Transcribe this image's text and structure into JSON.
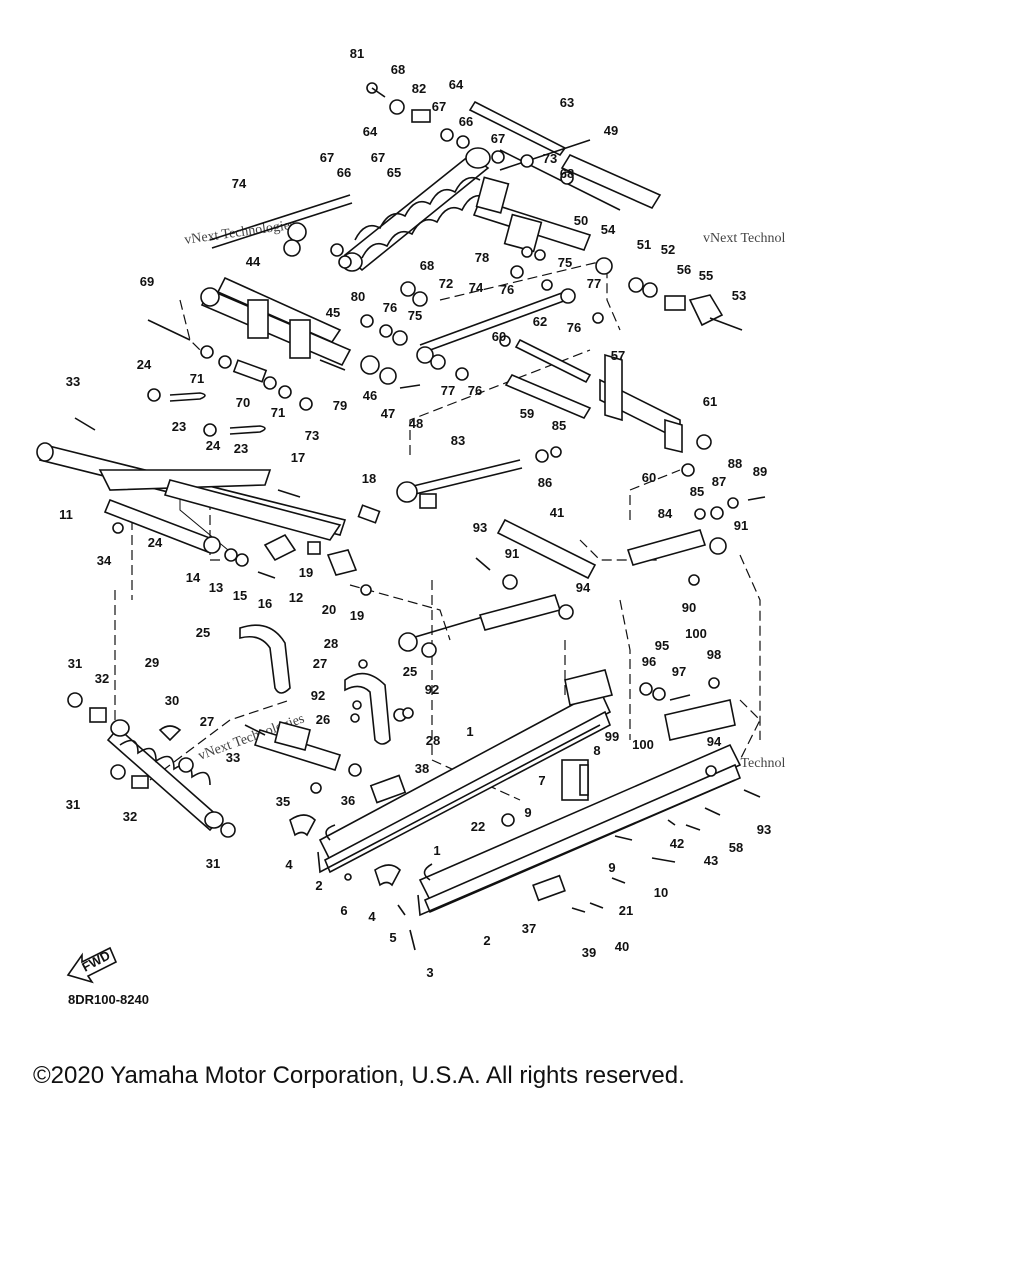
{
  "diagram": {
    "code": "8DR100-8240",
    "fwd_arrow_label": "FWD",
    "watermarks": [
      "vNext Technologies",
      "vNext Technol"
    ],
    "labels": [
      "81",
      "68",
      "82",
      "64",
      "67",
      "66",
      "67",
      "73",
      "63",
      "49",
      "64",
      "67",
      "66",
      "67",
      "65",
      "68",
      "74",
      "50",
      "54",
      "51",
      "52",
      "55",
      "53",
      "56",
      "78",
      "75",
      "76",
      "77",
      "76",
      "68",
      "72",
      "74",
      "62",
      "44",
      "69",
      "45",
      "80",
      "76",
      "75",
      "60",
      "57",
      "24",
      "71",
      "70",
      "71",
      "79",
      "46",
      "47",
      "48",
      "77",
      "76",
      "33",
      "23",
      "61",
      "59",
      "24",
      "23",
      "73",
      "83",
      "85",
      "11",
      "17",
      "18",
      "86",
      "60",
      "88",
      "87",
      "89",
      "85",
      "34",
      "24",
      "14",
      "13",
      "15",
      "16",
      "12",
      "19",
      "20",
      "19",
      "92",
      "93",
      "91",
      "41",
      "84",
      "91",
      "90",
      "94",
      "25",
      "28",
      "27",
      "25",
      "92",
      "96",
      "95",
      "100",
      "97",
      "98",
      "31",
      "32",
      "29",
      "30",
      "27",
      "28",
      "1",
      "99",
      "100",
      "8",
      "7",
      "94",
      "31",
      "32",
      "33",
      "26",
      "36",
      "38",
      "9",
      "42",
      "43",
      "58",
      "93",
      "35",
      "31",
      "22",
      "9",
      "4",
      "2",
      "6",
      "4",
      "1",
      "21",
      "10",
      "5",
      "37",
      "2",
      "3",
      "39",
      "40"
    ]
  },
  "copyright": "©2020 Yamaha Motor Corporation, U.S.A. All rights reserved."
}
